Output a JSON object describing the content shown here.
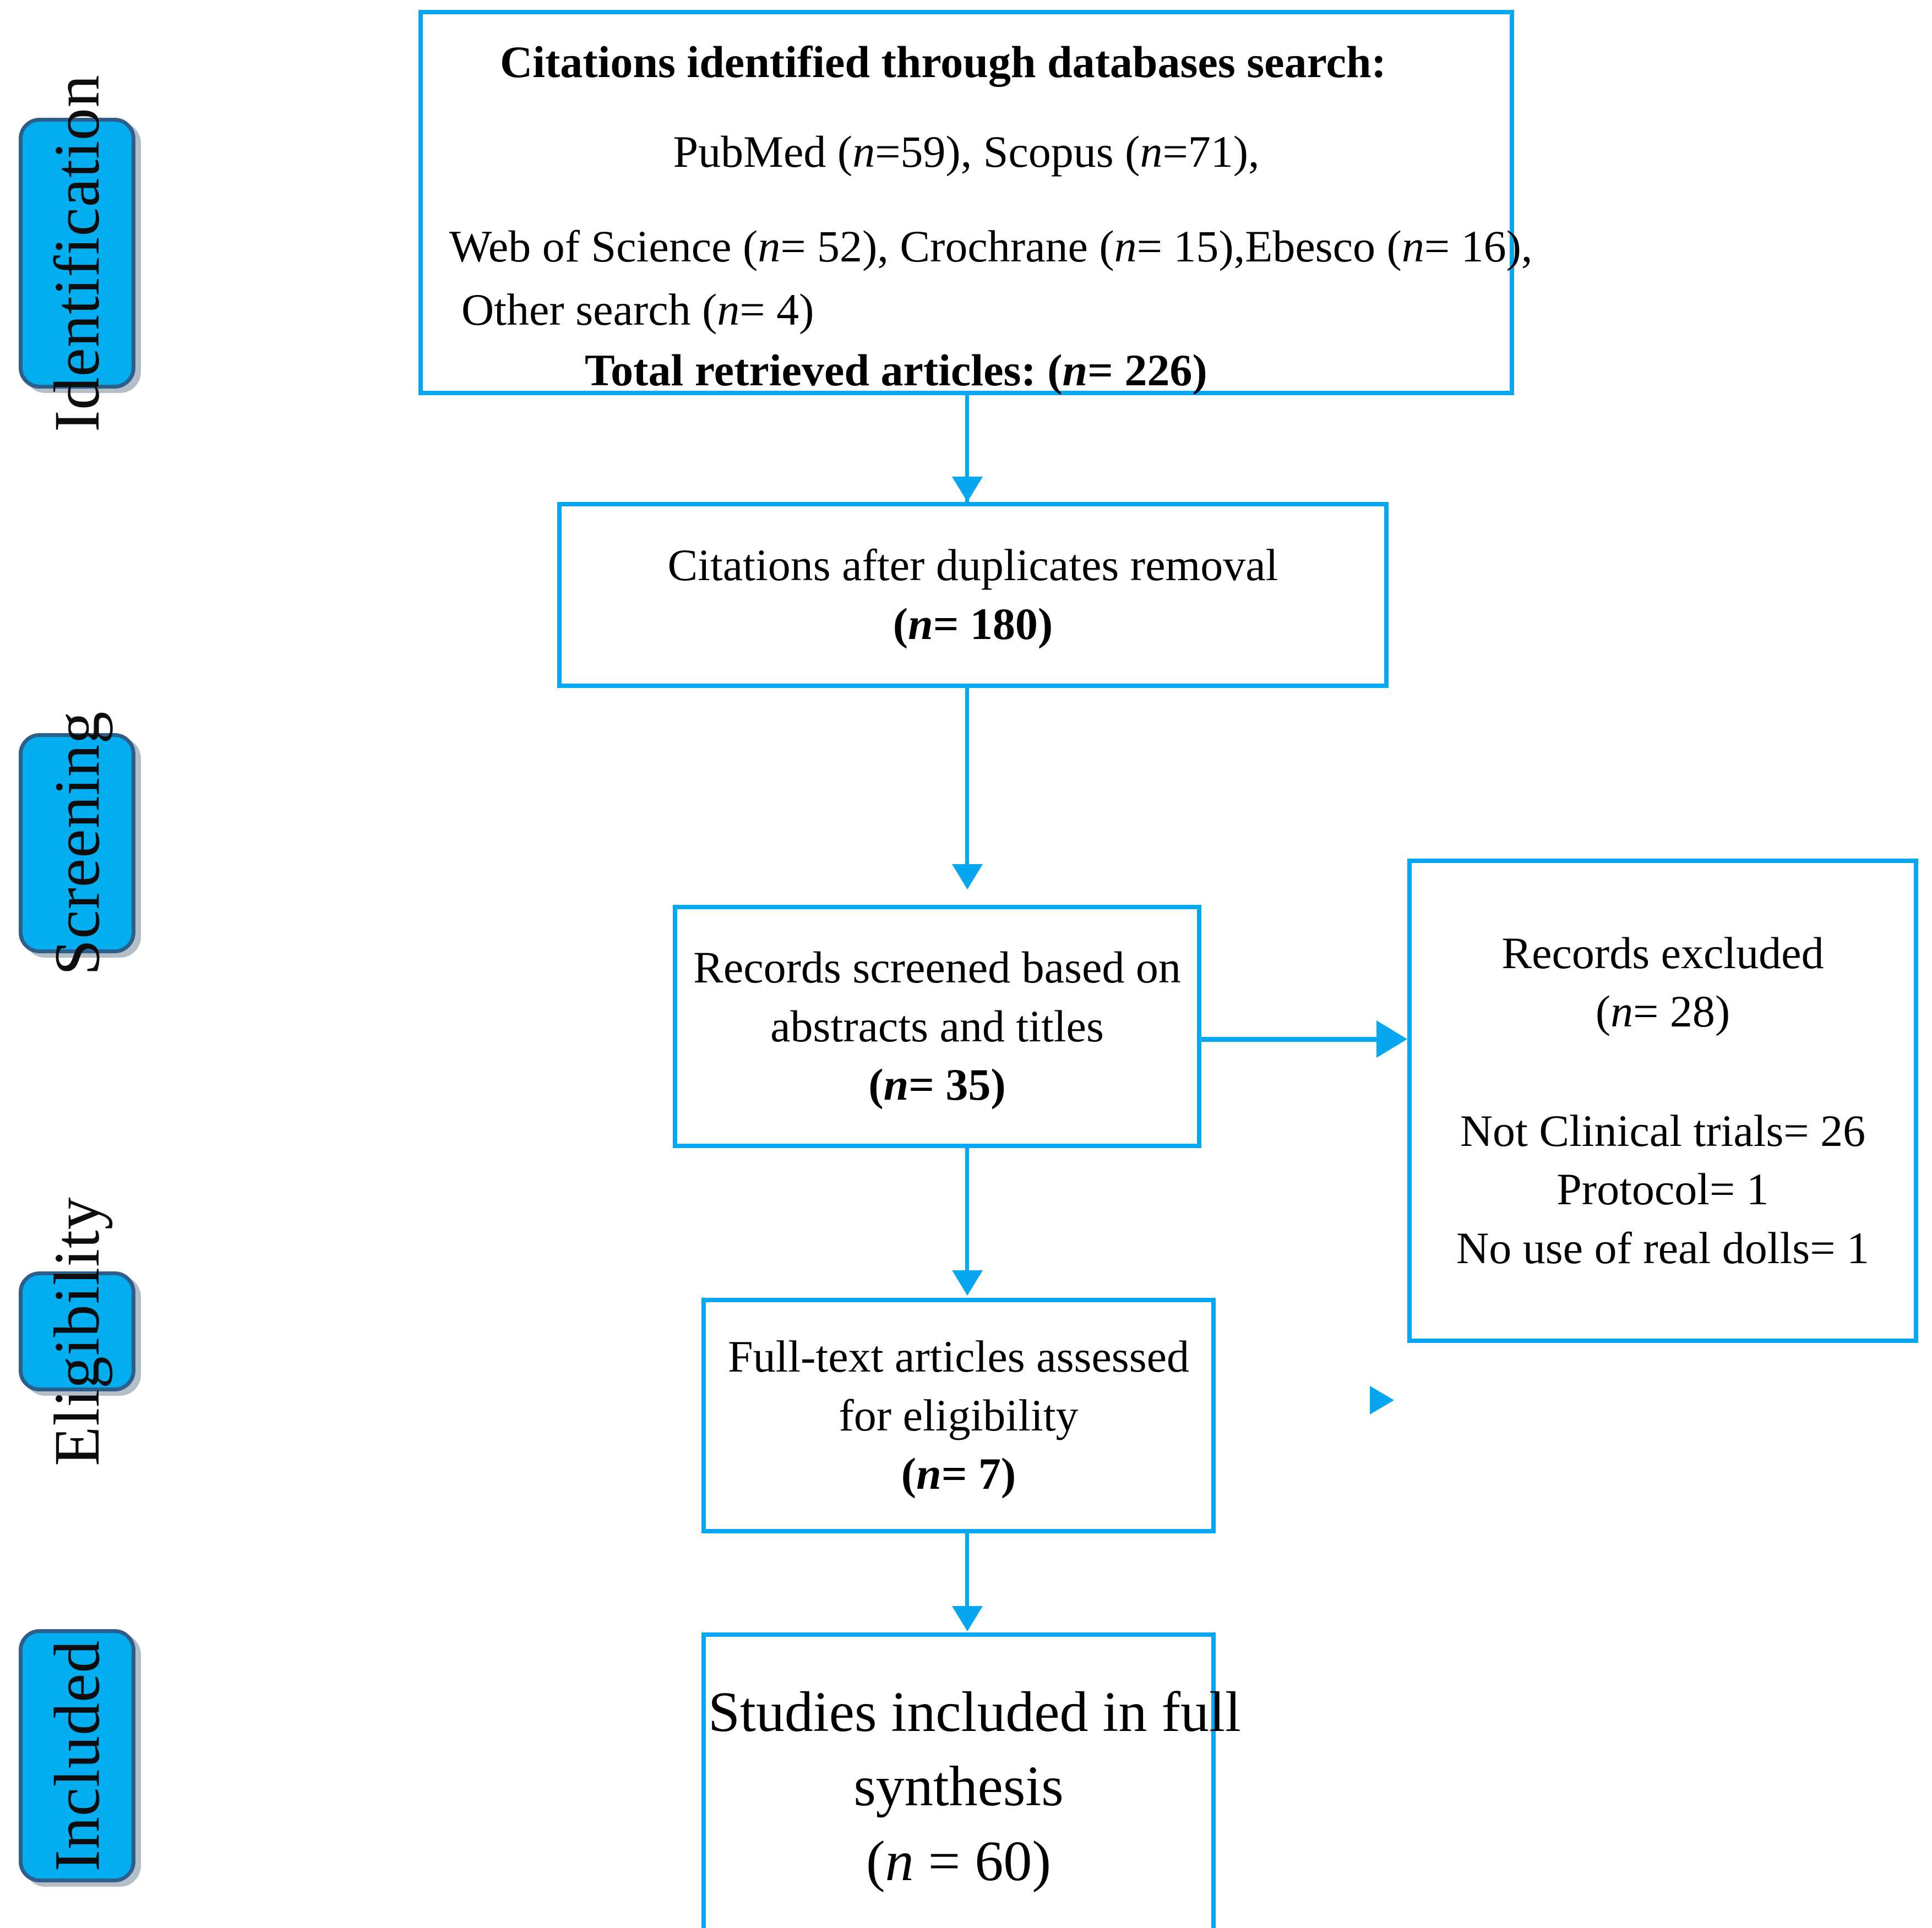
{
  "diagram": {
    "type": "prisma-flow-diagram",
    "accent_color": "#06A7F0",
    "phase_fill_color": "#02AEEF",
    "phase_border_color": "#2e5f8a"
  },
  "phases": [
    {
      "label": "Identification"
    },
    {
      "label": "Screening"
    },
    {
      "label": "Eligibility"
    },
    {
      "label": "Included"
    }
  ],
  "nodes": {
    "identification": {
      "heading": "Citations identified through databases search:",
      "line_pubmed_scopus": "PubMed (n=59), Scopus (n=71),",
      "line_wos_cochrane_ebesco": "Web of Science (n= 52), Crochrane (n= 15),Ebesco (n= 16),",
      "line_other": "Other search (n= 4)",
      "line_total": "Total retrieved articles: (n= 226)"
    },
    "duplicates": {
      "line1": "Citations after duplicates removal",
      "line2": "(n= 180)"
    },
    "screened": {
      "line1": "Records screened based on",
      "line2": "abstracts and titles",
      "line3": "(n= 35)"
    },
    "excluded": {
      "line1": "Records excluded",
      "line2": "(n= 28)",
      "reason1": "Not Clinical trials= 26",
      "reason2": "Protocol= 1",
      "reason3": "No use of real dolls= 1"
    },
    "fulltext": {
      "line1": "Full-text articles assessed",
      "line2": "for eligibility",
      "line3": "(n= 7)"
    },
    "included": {
      "line1": "Studies included in full",
      "line2": "synthesis",
      "line3": "(n = 60)"
    }
  },
  "counts": {
    "pubmed": 59,
    "scopus": 71,
    "web_of_science": 52,
    "crochrane": 15,
    "ebesco": 16,
    "other_search": 4,
    "total_retrieved": 226,
    "after_duplicates": 180,
    "screened": 35,
    "records_excluded": 28,
    "excluded_not_clinical_trials": 26,
    "excluded_protocol": 1,
    "excluded_no_real_dolls": 1,
    "full_text_assessed": 7,
    "included_in_synthesis": 60
  }
}
